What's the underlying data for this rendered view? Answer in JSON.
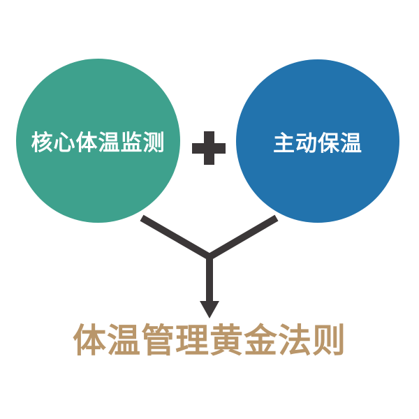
{
  "colors": {
    "background": "#FFFFFF",
    "left_circle": "#3EA18D",
    "right_circle": "#2273AD",
    "connector": "#3B3738",
    "circle_text": "#FFFFFF",
    "title_text": "#B9966A"
  },
  "left_circle": {
    "label": "核心体温监测"
  },
  "right_circle": {
    "label": "主动保温"
  },
  "operator": {
    "symbol": "+",
    "icon": "plus-icon"
  },
  "connector": {
    "icon": "down-arrow-icon"
  },
  "result": {
    "label": "体温管理黄金法则"
  }
}
